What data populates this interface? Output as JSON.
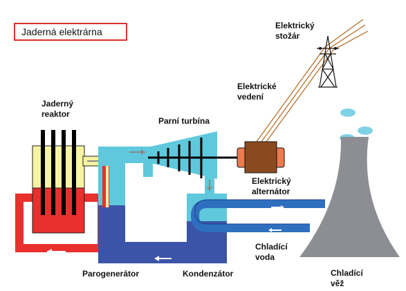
{
  "title": "Jaderná elektrárna",
  "labels": {
    "pylon": [
      "Elektrický",
      "stožár"
    ],
    "power_lines": [
      "Elektrické",
      "vedení"
    ],
    "reactor": [
      "Jaderný",
      "reaktor"
    ],
    "turbine": [
      "Parní turbína"
    ],
    "alternator": [
      "Elektrický",
      "alternátor"
    ],
    "cooling_water": [
      "Chladící",
      "voda"
    ],
    "steam_generator": [
      "Parogenerátor"
    ],
    "condenser": [
      "Kondenzátor"
    ],
    "cooling_tower": [
      "Chladící",
      "věž"
    ]
  },
  "colors": {
    "hot_loop": "#e8302c",
    "reactor_top": "#f6f3a3",
    "steam": "#5fc8dc",
    "cold_water": "#3b54a8",
    "cooling_pipe": "#2f6fc0",
    "tower": "#8c8e94",
    "alternator": "#8b4a1e",
    "alternator_ends": "#ef7a4e",
    "title_border": "#d9302b",
    "power_line": "#b0661f",
    "cloud": "#7fd2e4"
  }
}
